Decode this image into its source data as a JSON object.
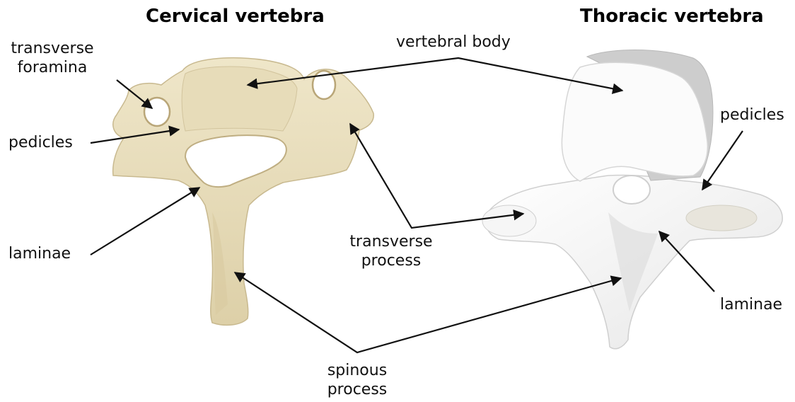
{
  "titles": {
    "cervical": "Cervical vertebra",
    "thoracic": "Thoracic vertebra"
  },
  "labels": {
    "transverse_foramina_line1": "transverse",
    "transverse_foramina_line2": "foramina",
    "pedicles_left": "pedicles",
    "laminae_left": "laminae",
    "vertebral_body": "vertebral body",
    "pedicles_right": "pedicles",
    "transverse_process_line1": "transverse",
    "transverse_process_line2": "process",
    "laminae_right": "laminae",
    "spinous_process_line1": "spinous",
    "spinous_process_line2": "process"
  },
  "colors": {
    "cervical_bone": "#e9dfc0",
    "cervical_bone_shadow": "#cdbf97",
    "thoracic_bone": "#f3f3f3",
    "thoracic_bone_shadow": "#c9c9c9",
    "arrow": "#111111"
  }
}
